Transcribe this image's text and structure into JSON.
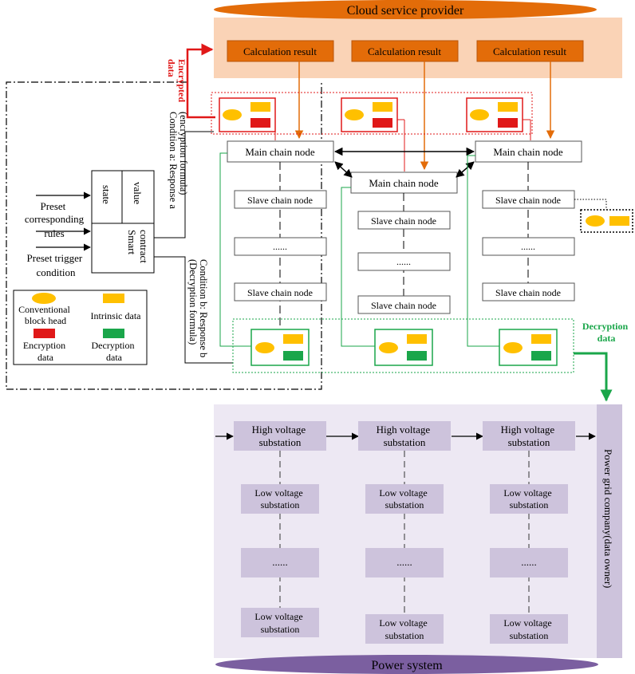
{
  "cloud": {
    "title": "Cloud service provider",
    "results": [
      "Calculation result",
      "Calculation result",
      "Calculation result"
    ]
  },
  "labels": {
    "encrypted_data": [
      "Encrypted",
      "data"
    ],
    "decryption_data": [
      "Decryption",
      "data"
    ],
    "condition_a": [
      "Condition a: Response a",
      "(encryption formula)"
    ],
    "condition_b": [
      "Condition b: Response b",
      "(Decryption formula)"
    ],
    "contract_state": "state",
    "contract_value": "value",
    "smart_contract": [
      "Smart",
      "contract"
    ],
    "preset_rules": [
      "Preset",
      "corresponding",
      "rules"
    ],
    "preset_trigger": [
      "Preset trigger",
      "condition"
    ]
  },
  "legend": {
    "block_head": [
      "Conventional",
      "block head"
    ],
    "intrinsic": "Intrinsic data",
    "encryption": [
      "Encryption",
      "data"
    ],
    "decryption": [
      "Decryption",
      "data"
    ]
  },
  "chain": {
    "main_node": "Main chain node",
    "slave_node": "Slave chain node",
    "ellipsis": "......"
  },
  "power": {
    "title": "Power system",
    "company": "Power grid company(data owner)",
    "high_voltage": [
      "High voltage",
      "substation"
    ],
    "low_voltage": [
      "Low voltage",
      "substation"
    ],
    "ellipsis": "......"
  },
  "colors": {
    "orange": "#e36c09",
    "cloud_bg": "#fad3b6",
    "red": "#e01818",
    "green": "#1aa64a",
    "yellow": "#ffc000",
    "purple": "#7b5fa0",
    "lavender_bg": "#ede8f3",
    "lavender_box": "#cdc3dc"
  }
}
